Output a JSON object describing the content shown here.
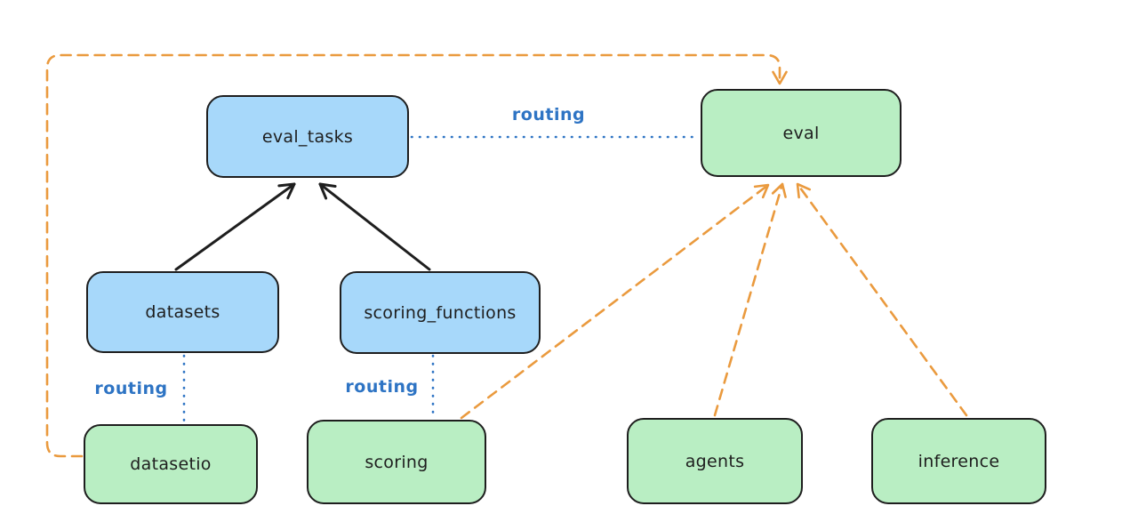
{
  "diagram": {
    "nodes": {
      "eval_tasks": {
        "label": "eval_tasks",
        "kind": "api"
      },
      "datasets": {
        "label": "datasets",
        "kind": "api"
      },
      "scoring_functions": {
        "label": "scoring_functions",
        "kind": "api"
      },
      "eval": {
        "label": "eval",
        "kind": "provider"
      },
      "datasetio": {
        "label": "datasetio",
        "kind": "provider"
      },
      "scoring": {
        "label": "scoring",
        "kind": "provider"
      },
      "agents": {
        "label": "agents",
        "kind": "provider"
      },
      "inference": {
        "label": "inference",
        "kind": "provider"
      }
    },
    "edges": [
      {
        "from": "datasets",
        "to": "eval_tasks",
        "style": "solid-arrow",
        "label": ""
      },
      {
        "from": "scoring_functions",
        "to": "eval_tasks",
        "style": "solid-arrow",
        "label": ""
      },
      {
        "from": "eval_tasks",
        "to": "eval",
        "style": "dotted",
        "label": "routing"
      },
      {
        "from": "datasets",
        "to": "datasetio",
        "style": "dotted",
        "label": "routing"
      },
      {
        "from": "scoring_functions",
        "to": "scoring",
        "style": "dotted",
        "label": "routing"
      },
      {
        "from": "datasetio",
        "to": "eval",
        "style": "dashed-arrow",
        "label": ""
      },
      {
        "from": "scoring",
        "to": "eval",
        "style": "dashed-arrow",
        "label": ""
      },
      {
        "from": "agents",
        "to": "eval",
        "style": "dashed-arrow",
        "label": ""
      },
      {
        "from": "inference",
        "to": "eval",
        "style": "dashed-arrow",
        "label": ""
      }
    ],
    "colors": {
      "api_fill": "#a7d8fa",
      "provider_fill": "#b9eec3",
      "stroke": "#1e1e1e",
      "routing_line": "#2e74c4",
      "dependency_line": "#ea9a3e",
      "canvas_bg": "#ffffff"
    }
  }
}
